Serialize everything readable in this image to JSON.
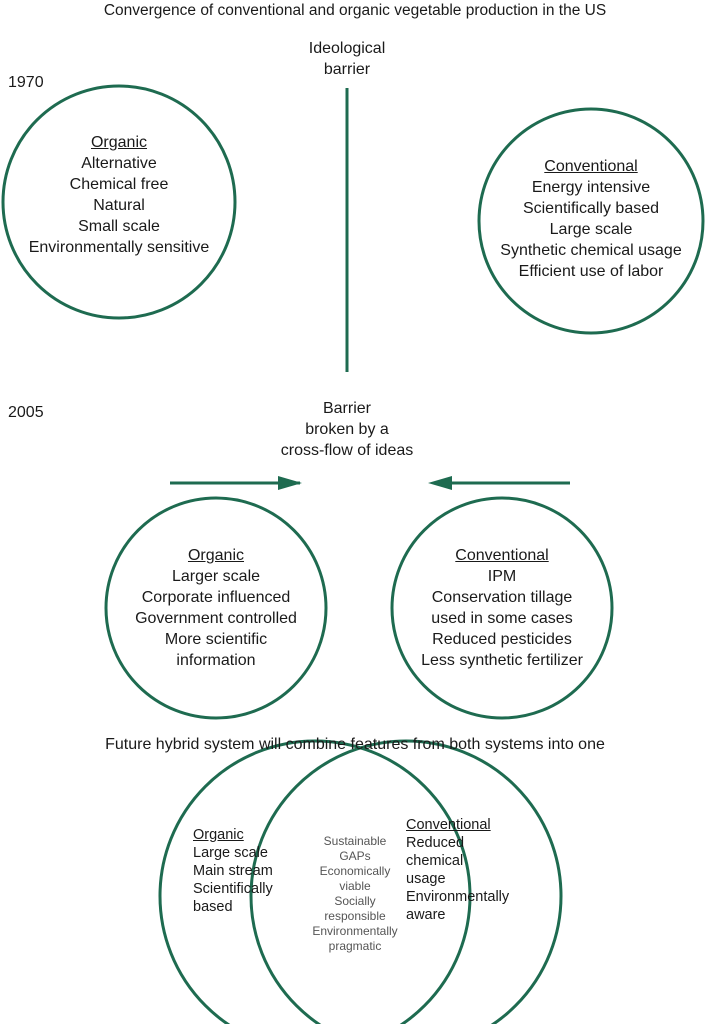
{
  "title": "Convergence of conventional and organic vegetable production in the US",
  "colors": {
    "stroke": "#1e6b50",
    "text": "#1a1a1a",
    "overlap_text": "#555555"
  },
  "section_1970": {
    "year": "1970",
    "barrier_label": [
      "Ideological",
      "barrier"
    ],
    "organic": {
      "heading": "Organic",
      "items": [
        "Alternative",
        "Chemical free",
        "Natural",
        "Small scale",
        "Environmentally sensitive"
      ]
    },
    "conventional": {
      "heading": "Conventional",
      "items": [
        "Energy intensive",
        "Scientifically based",
        "Large scale",
        "Synthetic chemical usage",
        "Efficient use of labor"
      ]
    }
  },
  "section_2005": {
    "year": "2005",
    "barrier_label": [
      "Barrier",
      "broken by a",
      "cross-flow of ideas"
    ],
    "organic": {
      "heading": "Organic",
      "items": [
        "Larger scale",
        "Corporate influenced",
        "Government controlled",
        "More scientific",
        "information"
      ]
    },
    "conventional": {
      "heading": "Conventional",
      "items": [
        "IPM",
        "Conservation tillage",
        "used in some cases",
        "Reduced pesticides",
        "Less synthetic fertilizer"
      ]
    }
  },
  "future": {
    "caption": "Future hybrid system will combine features from both systems into one",
    "organic": {
      "heading": "Organic",
      "items": [
        "Large scale",
        "Main stream",
        "Scientifically",
        "based"
      ]
    },
    "conventional": {
      "heading": "Conventional",
      "items": [
        "Reduced",
        "chemical",
        "usage",
        "Environmentally",
        "aware"
      ]
    },
    "overlap": {
      "items": [
        "Sustainable",
        "GAPs",
        "Economically",
        "viable",
        "Socially",
        "responsible",
        "Environmentally",
        "pragmatic"
      ]
    }
  }
}
